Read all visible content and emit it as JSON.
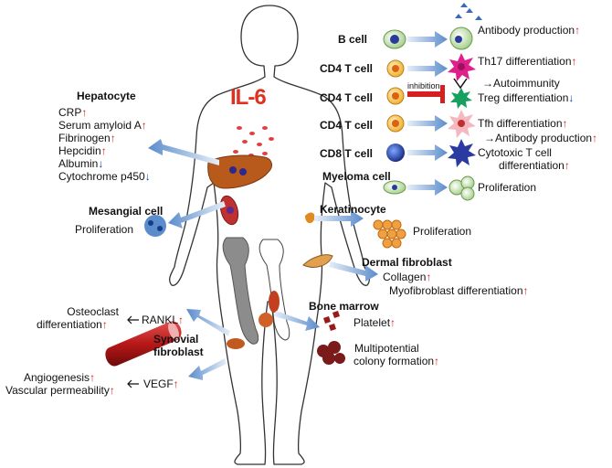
{
  "center": {
    "label": "IL-6"
  },
  "arrows": {
    "up": "↑",
    "down": "↓",
    "right": "→",
    "left": "←"
  },
  "hepatocyte": {
    "title": "Hepatocyte",
    "items": [
      {
        "label": "CRP",
        "dir": "up"
      },
      {
        "label": "Serum amyloid A",
        "dir": "up"
      },
      {
        "label": "Fibrinogen",
        "dir": "up"
      },
      {
        "label": "Hepcidin",
        "dir": "up"
      },
      {
        "label": "Albumin",
        "dir": "down"
      },
      {
        "label": "Cytochrome p450",
        "dir": "down"
      }
    ]
  },
  "mesangial": {
    "title": "Mesangial cell",
    "effect": "Proliferation"
  },
  "osteoclast": {
    "line1": "Osteoclast",
    "line2": "differentiation",
    "mediator": "RANKL"
  },
  "synovial": {
    "line1": "Synovial",
    "line2": "fibroblast"
  },
  "vegf": {
    "line1": "Angiogenesis",
    "line2": "Vascular permeability",
    "mediator": "VEGF"
  },
  "immune": {
    "b_cell": {
      "label": "B cell",
      "effect": "Antibody production"
    },
    "cd4_th17": {
      "label": "CD4 T cell",
      "effect": "Th17 differentiation",
      "sub": "Autoimmunity"
    },
    "cd4_treg": {
      "label": "CD4 T cell",
      "inhibition": "inhibition",
      "effect": "Treg differentiation"
    },
    "cd4_tfh": {
      "label": "CD4 T cell",
      "effect": "Tfh differentiation",
      "sub": "Antibody production"
    },
    "cd8": {
      "label": "CD8 T cell",
      "effect1": "Cytotoxic T cell",
      "effect2": "differentiation"
    },
    "myeloma": {
      "label": "Myeloma cell",
      "effect": "Proliferation"
    }
  },
  "keratinocyte": {
    "title": "Keratinocyte",
    "effect": "Proliferation"
  },
  "dermal": {
    "title": "Dermal fibroblast",
    "effect1": "Collagen",
    "effect2": "Myofibroblast differentiation"
  },
  "bone_marrow": {
    "title": "Bone marrow",
    "effect1": "Platelet",
    "effect2a": "Multipotential",
    "effect2b": "colony formation"
  }
}
